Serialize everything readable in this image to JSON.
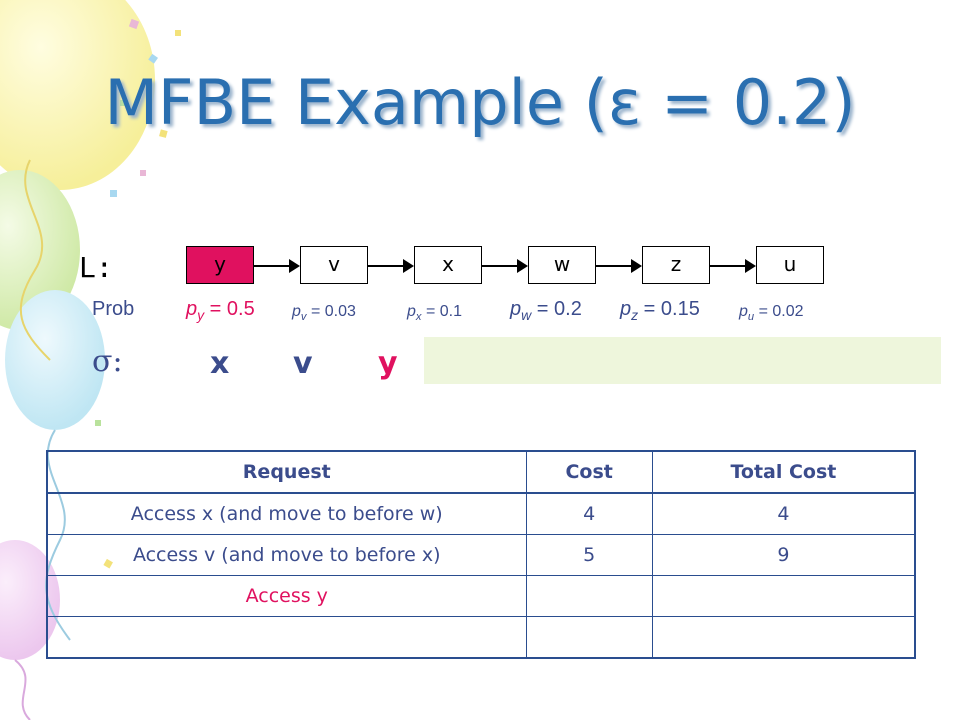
{
  "slide": {
    "title": "MFBE Example (ε = 0.2)",
    "list_label": "L:",
    "nodes": [
      "y",
      "v",
      "x",
      "w",
      "z",
      "u"
    ],
    "prob_label": "Prob",
    "probs": [
      {
        "var": "y",
        "value": "0.5"
      },
      {
        "var": "v",
        "value": "0.03"
      },
      {
        "var": "x",
        "value": "0.1"
      },
      {
        "var": "w",
        "value": "0.2"
      },
      {
        "var": "z",
        "value": "0.15"
      },
      {
        "var": "u",
        "value": "0.02"
      }
    ],
    "sigma_label": "σ:",
    "sequence": [
      "x",
      "v",
      "y"
    ]
  },
  "table": {
    "headers": [
      "Request",
      "Cost",
      "Total Cost"
    ],
    "rows": [
      [
        "Access x (and move to before w)",
        "4",
        "4"
      ],
      [
        "Access v (and move to before x)",
        "5",
        "9"
      ],
      [
        "Access y",
        "",
        ""
      ],
      [
        "",
        "",
        ""
      ]
    ]
  },
  "colors": {
    "accent": "#e0115f",
    "text": "#3b4c8c",
    "title": "#2a6fb0",
    "highlight_box": "#eef6dc"
  }
}
